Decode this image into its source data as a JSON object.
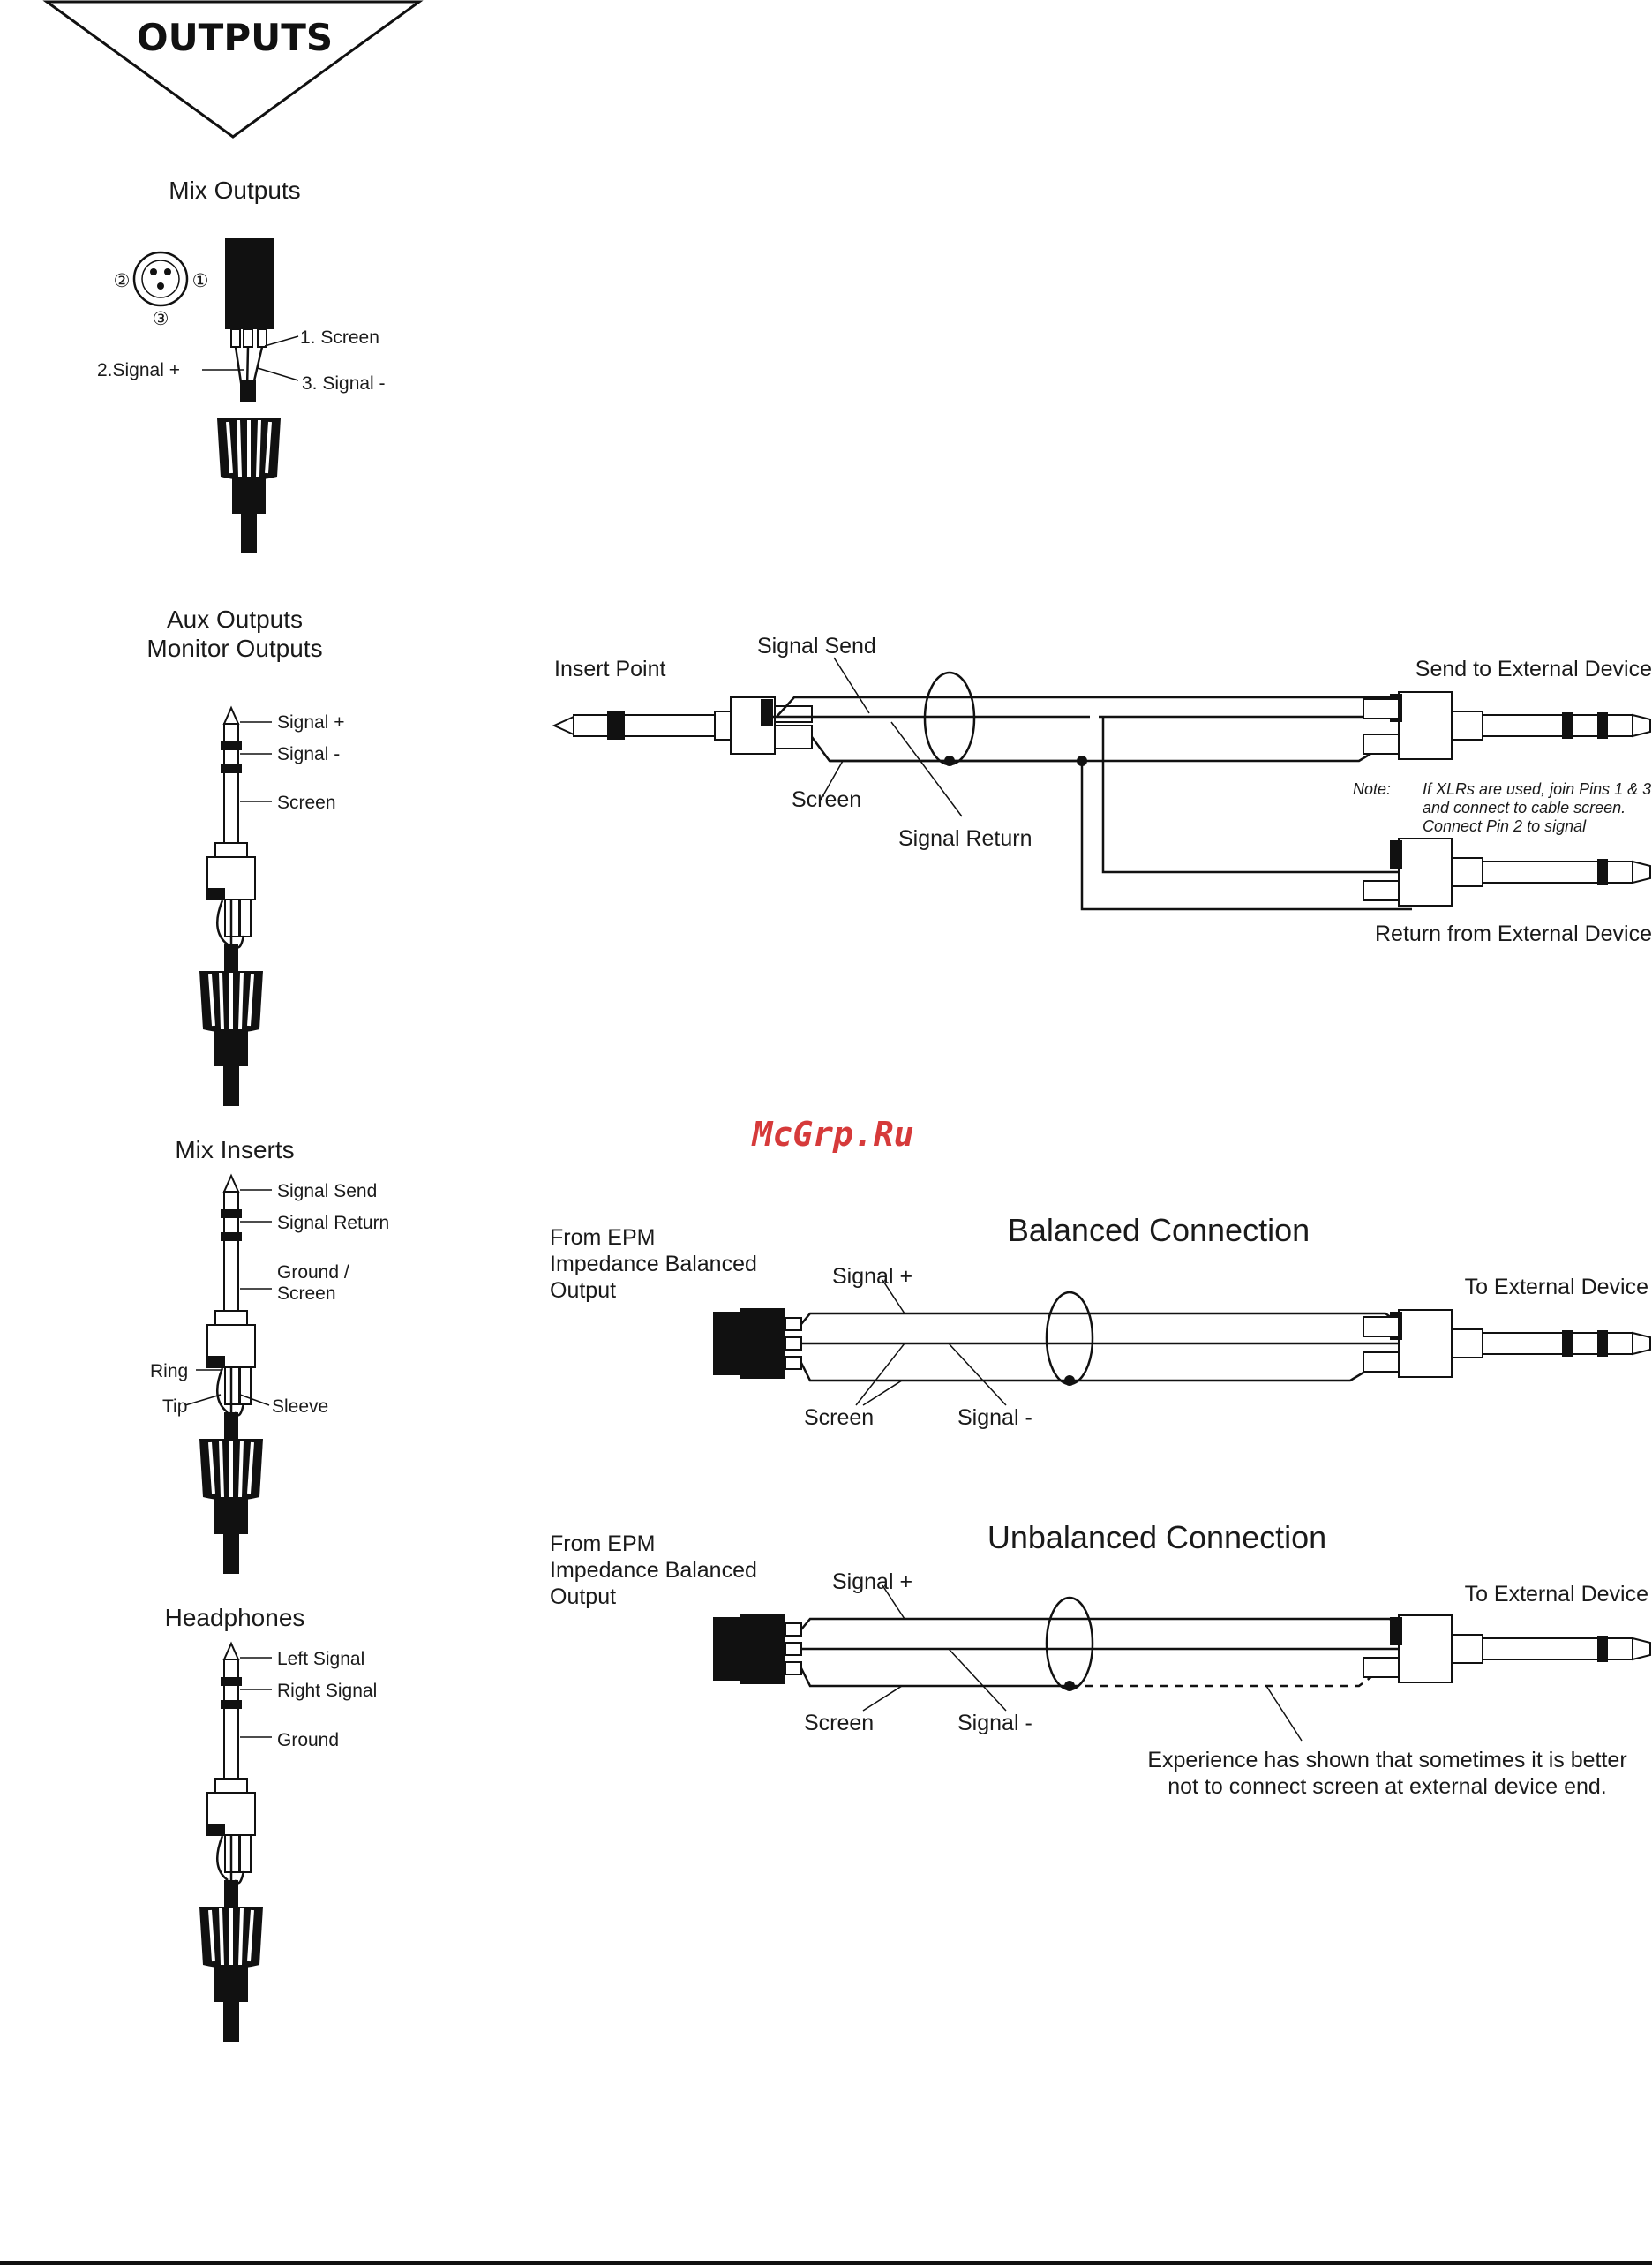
{
  "page_title": "OUTPUTS",
  "watermark": "McGrp.Ru",
  "mix_outputs": {
    "title": "Mix Outputs",
    "pin_2": "②",
    "pin_1": "①",
    "pin_3": "③",
    "screen": "1. Screen",
    "signal_plus": "2.Signal +",
    "signal_minus": "3. Signal -"
  },
  "aux_outputs": {
    "title_line1": "Aux Outputs",
    "title_line2": "Monitor Outputs",
    "tip": "Signal +",
    "ring": "Signal -",
    "sleeve": "Screen"
  },
  "mix_inserts": {
    "title": "Mix Inserts",
    "tip": "Signal Send",
    "ring": "Signal Return",
    "sleeve_line1": "Ground /",
    "sleeve_line2": "Screen",
    "ring_wire": "Ring",
    "tip_wire": "Tip",
    "sleeve_wire": "Sleeve"
  },
  "headphones": {
    "title": "Headphones",
    "tip": "Left Signal",
    "ring": "Right Signal",
    "sleeve": "Ground"
  },
  "insert_cable": {
    "insert_point": "Insert Point",
    "signal_send": "Signal Send",
    "send_device": "Send to External Device",
    "screen": "Screen",
    "signal_return": "Signal Return",
    "note_label": "Note:",
    "note_line1": "If XLRs are used, join Pins 1 & 3",
    "note_line2": "and connect to cable screen.",
    "note_line3": "Connect Pin 2 to signal",
    "return_device": "Return from External Device"
  },
  "balanced": {
    "title": "Balanced Connection",
    "from_line1": "From EPM",
    "from_line2": "Impedance Balanced",
    "from_line3": "Output",
    "signal_plus": "Signal +",
    "to_device": "To External Device",
    "screen": "Screen",
    "signal_minus": "Signal -"
  },
  "unbalanced": {
    "title": "Unbalanced Connection",
    "from_line1": "From EPM",
    "from_line2": "Impedance Balanced",
    "from_line3": "Output",
    "signal_plus": "Signal +",
    "to_device": "To External Device",
    "screen": "Screen",
    "signal_minus": "Signal -",
    "advice_line1": "Experience has shown that sometimes it is better",
    "advice_line2": "not to connect screen at external device end."
  }
}
